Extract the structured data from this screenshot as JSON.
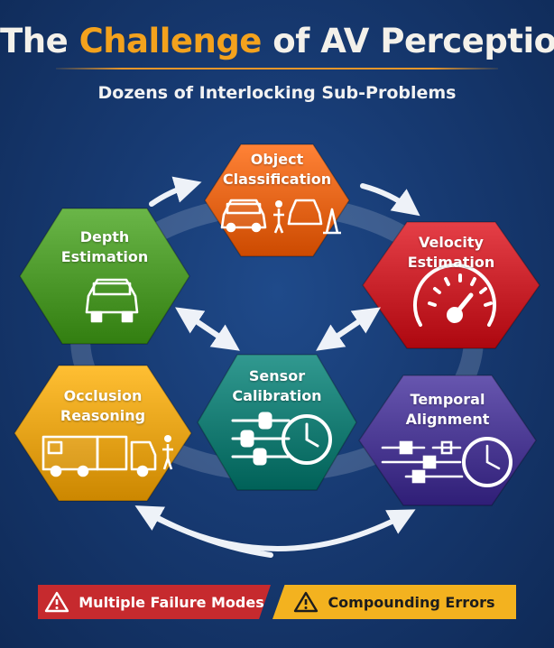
{
  "title": {
    "part1": "The ",
    "part2": "Challenge",
    "part3": " of ",
    "part4": "AV Perception"
  },
  "subtitle": "Dozens of Interlocking Sub-Problems",
  "nodes": [
    {
      "line1": "Object",
      "line2": "Classification",
      "color": "#e8661a",
      "icon": "car-pedestrian-cone-icon"
    },
    {
      "line1": "Velocity",
      "line2": "Estimation",
      "color": "#c9232b",
      "icon": "speedometer-icon"
    },
    {
      "line1": "Depth",
      "line2": "Estimation",
      "color": "#4e9a2c",
      "icon": "car-sensor-rays-icon"
    },
    {
      "line1": "Sensor",
      "line2": "Calibration",
      "color": "#157d74",
      "icon": "sliders-clock-icon"
    },
    {
      "line1": "Occlusion",
      "line2": "Reasoning",
      "color": "#e8a317",
      "icon": "truck-pedestrian-icon"
    },
    {
      "line1": "Temporal",
      "line2": "Alignment",
      "color": "#4b3a93",
      "icon": "timeline-clock-icon"
    }
  ],
  "banners": {
    "left": {
      "text": "Multiple Failure Modes",
      "color": "#c62a2e",
      "icon": "warning-icon"
    },
    "right": {
      "text": "Compounding Errors",
      "color": "#f3b21f",
      "icon": "warning-icon"
    }
  }
}
